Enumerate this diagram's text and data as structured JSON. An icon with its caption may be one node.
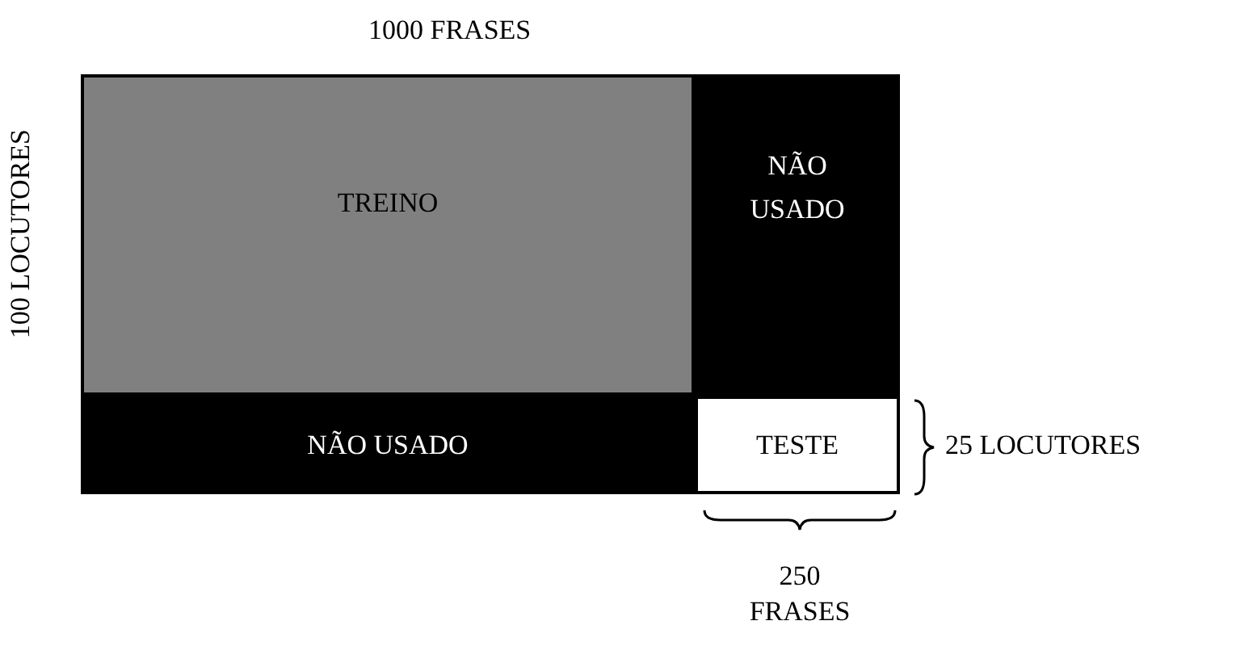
{
  "diagram": {
    "nodes": [
      {
        "text": [
          "TREINO"
        ]
      },
      {
        "text": [
          "NÃO USADO"
        ]
      },
      {
        "text": [
          "NÃO USADO"
        ]
      },
      {
        "text": [
          "TESTE"
        ]
      }
    ],
    "labels": [
      "1000 FRASES",
      "100 LOCUTORES",
      "25 LOCUTORES",
      "250 FRASES"
    ]
  }
}
